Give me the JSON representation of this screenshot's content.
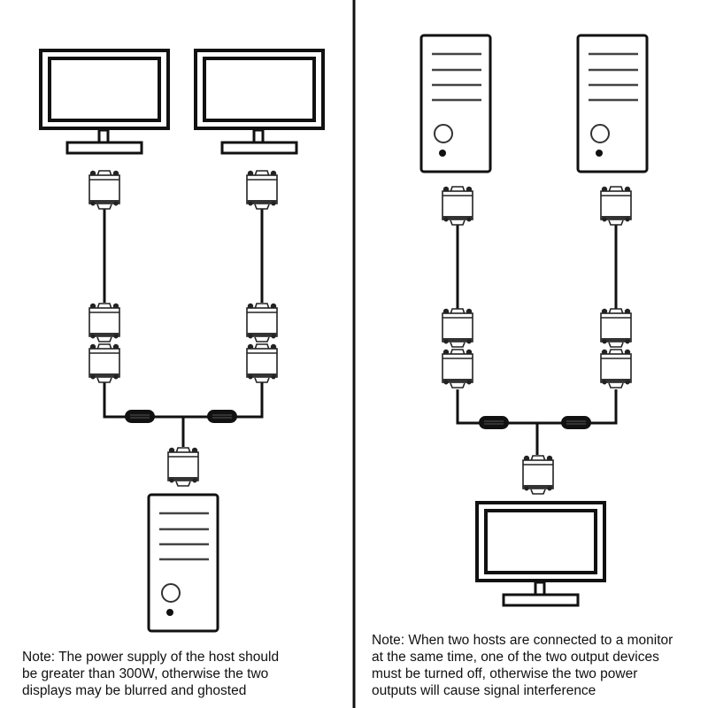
{
  "panels": {
    "left": {
      "description": "One host connected to two monitors via VGA splitter cable",
      "devices": {
        "top": [
          "monitor",
          "monitor"
        ],
        "bottom": [
          "host"
        ]
      },
      "note_lines": [
        "Note: The power supply of the host should",
        "be greater than 300W, otherwise the two",
        "displays may be blurred and ghosted"
      ]
    },
    "right": {
      "description": "Two hosts connected to one monitor via VGA splitter cable",
      "devices": {
        "top": [
          "host",
          "host"
        ],
        "bottom": [
          "monitor"
        ]
      },
      "note_lines": [
        "Note: When two hosts are connected to a monitor",
        "at the same time, one of the two output devices",
        "must be turned off, otherwise the two power",
        "outputs will cause signal interference"
      ]
    }
  },
  "icons": {
    "monitor": "monitor-icon",
    "host": "pc-tower-icon",
    "connector": "vga-connector-icon",
    "ferrite": "ferrite-core-icon"
  },
  "colors": {
    "line": "#111111",
    "background": "#ffffff",
    "connector_fill": "#ffffff"
  }
}
